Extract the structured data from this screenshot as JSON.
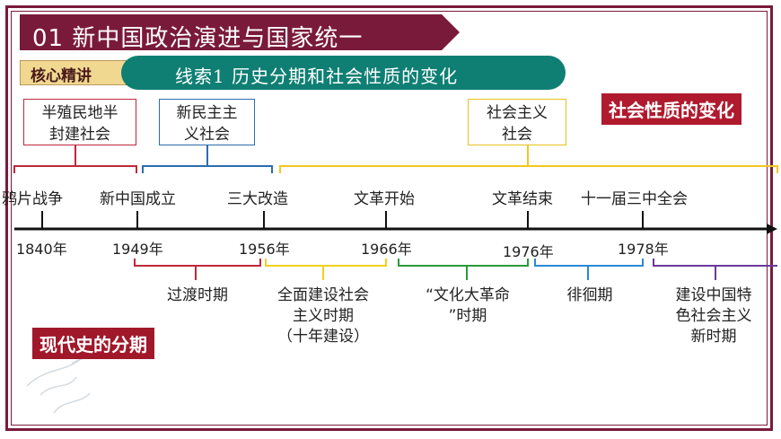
{
  "header": {
    "title": "01 新中国政治演进与国家统一"
  },
  "tag": {
    "core": "核心精讲"
  },
  "thread": {
    "label": "线索1 历史分期和社会性质的变化"
  },
  "badges": {
    "society_change": "社会性质的变化",
    "periodization": "现代史的分期"
  },
  "society_boxes": [
    {
      "label": "半殖民地半\n封建社会",
      "color": "#c0283c"
    },
    {
      "label": "新民主主\n义社会",
      "color": "#2b6cb0"
    },
    {
      "label": "社会主义\n社会",
      "color": "#e8c21e"
    }
  ],
  "events": [
    "鸦片战争",
    "新中国成立",
    "三大改造",
    "文革开始",
    "文革结束",
    "十一届三中全会"
  ],
  "years": [
    "1840年",
    "1949年",
    "1956年",
    "1966年",
    "1976年",
    "1978年"
  ],
  "periods": [
    {
      "label": "过渡时期",
      "color": "#c0283c"
    },
    {
      "label": "全面建设社会\n主义时期\n（十年建设）",
      "color": "#f2d21e"
    },
    {
      "label": "“文化大革命\n”时期",
      "color": "#2a9a3a"
    },
    {
      "label": "徘徊期",
      "color": "#2a8ad6"
    },
    {
      "label": "建设中国特\n色社会主义\n新时期",
      "color": "#6a3a9a"
    }
  ]
}
